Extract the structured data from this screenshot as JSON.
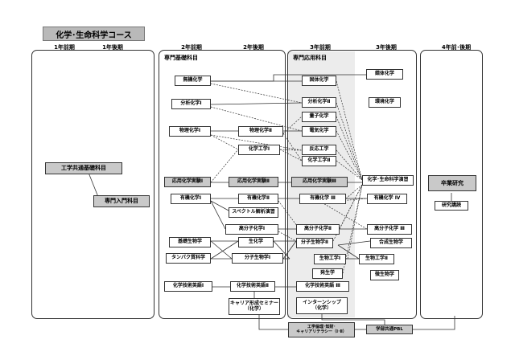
{
  "course_title": "化学･生命科学コース",
  "periods": [
    "1年前期",
    "1年後期",
    "2年前期",
    "2年後期",
    "3年前期",
    "3年後期",
    "4年前･後期"
  ],
  "sections": {
    "senmon_kiso": "専門基礎科目",
    "senmon_ouyou": "専門応用科目"
  },
  "courses": {
    "kogaku_kyotsu": "工学共通基礎科目",
    "senmon_nyumon": "専門入門科目",
    "muki": "無機化学",
    "bunseki1": "分析化学Ⅰ",
    "butsuri1": "物理化学Ⅰ",
    "butsuri2": "物理化学Ⅱ",
    "kagaku_kogaku1": "化学工学Ⅰ",
    "ouyou_jikken1": "応用化学実験Ⅰ",
    "ouyou_jikken2": "応用化学実験Ⅱ",
    "yuki1": "有機化学Ⅰ",
    "yuki2": "有機化学Ⅱ",
    "spectrum": "スペクトル解析演習",
    "kobunshi1": "高分子化学Ⅰ",
    "kiso_seibutsu": "基礎生物学",
    "seikagaku": "生化学",
    "tanpaku": "タンパク質科学",
    "bunshi_seibutsu1": "分子生物学Ⅰ",
    "gijutsu_eigo1": "化学技術英語Ⅰ",
    "gijutsu_eigo2": "化学技術英語Ⅱ",
    "career_seminar": "キャリア形成セミナー\n（化学）",
    "kotai": "固体化学",
    "bunseki2": "分析化学Ⅱ",
    "ryoshi": "量子化学",
    "denki": "電気化学",
    "hanno": "反応工学",
    "kagaku_kogaku2": "化学工学Ⅱ",
    "ouyou_jikken3": "応用化学実験Ⅲ",
    "yuki3": "有機化学 Ⅲ",
    "kobunshi2": "高分子化学Ⅱ",
    "bunshi_seibutsu2": "分子生物学Ⅱ",
    "seibutsu_kogaku1": "生物工学Ⅰ",
    "hassei": "発生学",
    "gijutsu_eigo3": "化学技術英語 Ⅲ",
    "internship": "インターンシップ\n（化学）",
    "sakutai": "錯体化学",
    "kankyo": "環境化学",
    "kagaku_seimei_enshu": "化学･生命科学演習",
    "yuki4": "有機化学 Ⅳ",
    "kobunshi3": "高分子化学 Ⅲ",
    "gosei_seibutsu": "合成生物学",
    "seibutsu_kogaku2": "生物工学Ⅱ",
    "biseibutsu": "微生物学",
    "kogaku_joho": "工学倫理･知財･\nキャリアリテラシー（Ⅰ･Ⅱ）",
    "pbl": "学部共通PBL",
    "sotsugyo": "卒業研究",
    "kenkyu_kodoku": "研究講読"
  }
}
